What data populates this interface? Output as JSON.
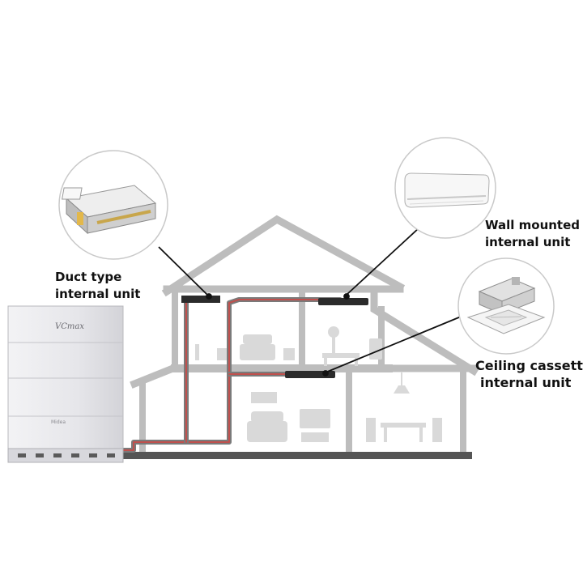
{
  "labels": {
    "duct": [
      "Duct type",
      "internal unit"
    ],
    "wall": [
      "Wall mounted",
      "internal unit"
    ],
    "cassette": [
      "Ceiling cassette",
      "internal unit"
    ]
  },
  "outdoor_unit": {
    "logo_text": "VCmax",
    "brand_text": "Midea"
  },
  "colors": {
    "house_wall": "#bdbdbd",
    "furniture": "#d9d9d9",
    "pipe_refrigerant": "#c0504d",
    "unit_dark": "#2b2b2b",
    "leader_line": "#111111",
    "circle_border": "#c9c9c9"
  }
}
